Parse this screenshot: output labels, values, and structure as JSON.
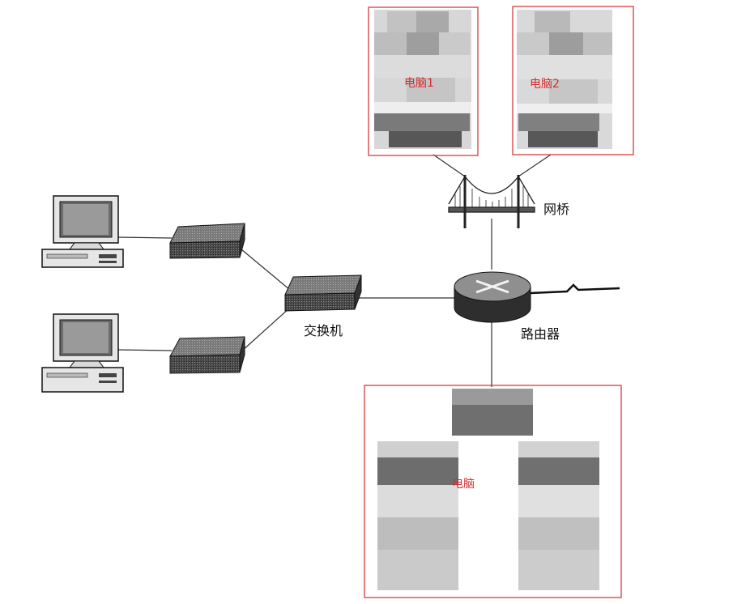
{
  "labels": {
    "switch": "交换机",
    "router": "路由器",
    "bridge": "网桥",
    "pc1": "电脑1",
    "pc2": "电脑2",
    "pc3": "电脑"
  },
  "colors": {
    "highlight_box": "#d62b2b",
    "line": "#333333",
    "device_dark": "#3a3a3a"
  }
}
